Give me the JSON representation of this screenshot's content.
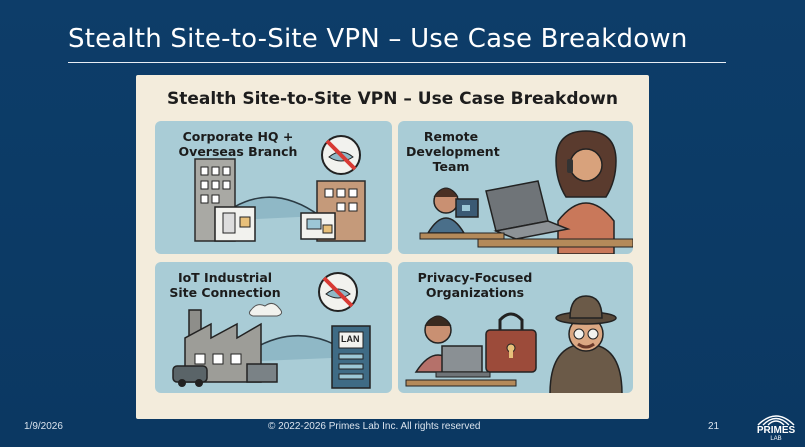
{
  "slide": {
    "title": "Stealth Site-to-Site VPN – Use Case Breakdown",
    "image_title": "Stealth Site-to-Site VPN – Use Case Breakdown",
    "cards": [
      {
        "label": "Corporate HQ +\nOverseas Branch"
      },
      {
        "label": "Remote\nDevelopment\nTeam"
      },
      {
        "label": "IoT Industrial\nSite Connection"
      },
      {
        "label": "Privacy-Focused\nOrganizations"
      }
    ],
    "lan_label": "LAN"
  },
  "footer": {
    "date": "1/9/2026",
    "copyright": "© 2022-2026 Primes Lab Inc. All rights reserved",
    "page_number": "21"
  },
  "logo": {
    "text": "PRIMES",
    "subtext": "LAB"
  },
  "colors": {
    "background": "#0c3b66",
    "panel": "#f3ecdc",
    "card": "#a9ccd6",
    "prohibited": "#d83a34"
  },
  "icons": [
    "no-tracking-icon",
    "building-icon",
    "laptop-icon",
    "headset-icon",
    "factory-icon",
    "server-rack-icon",
    "padlock-icon",
    "spy-icon"
  ]
}
